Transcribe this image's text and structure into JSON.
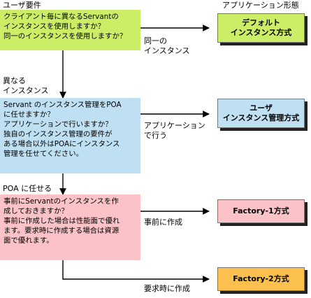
{
  "headers": {
    "requirement": "ユーザ要件",
    "form": "アプリケーション形態"
  },
  "questions": [
    {
      "id": "q1",
      "color": "#ccee66",
      "lines": [
        "クライアント毎に異なるServantの",
        "インスタンスを使用しますか？",
        "同一のインスタンスを使用しますか？"
      ]
    },
    {
      "id": "q2",
      "color": "#bfe0f2",
      "lines": [
        "Servant のインスタンス管理をPOA",
        "に任せますか？",
        "アプリケーションで行いますか？",
        "独自のインスタンス管理の要件が",
        "ある場合以外はPOAにインスタンス",
        "管理を任せてください。"
      ]
    },
    {
      "id": "q3",
      "color": "#fbc3c7",
      "lines": [
        "事前にServantのインスタンスを作",
        "成しておきますか？",
        "事前に作成した場合は性能面で優れ",
        "ます。要求時に作成する場合は資源",
        "面で優れます。"
      ]
    }
  ],
  "results": [
    {
      "id": "default",
      "color": "#ccee66",
      "lines": [
        "デフォルト",
        "インスタンス方式"
      ]
    },
    {
      "id": "user",
      "color": "#bfe0f2",
      "lines": [
        "ユーザ",
        "インスタンス管理方式"
      ]
    },
    {
      "id": "factory1",
      "color": "#fbc3c7",
      "lines": [
        "Factory-1方式"
      ]
    },
    {
      "id": "factory2",
      "color": "#fcc04e",
      "lines": [
        "Factory-2方式"
      ]
    }
  ],
  "arrow_labels": {
    "same_instance": [
      "同一の",
      "インスタンス"
    ],
    "different_instance": [
      "異なる",
      "インスタンス"
    ],
    "app_does": [
      "アプリケーション",
      "で行う"
    ],
    "leave_to_poa": "POA に任せる",
    "create_beforehand": "事前に作成",
    "create_on_request": "要求時に作成"
  }
}
